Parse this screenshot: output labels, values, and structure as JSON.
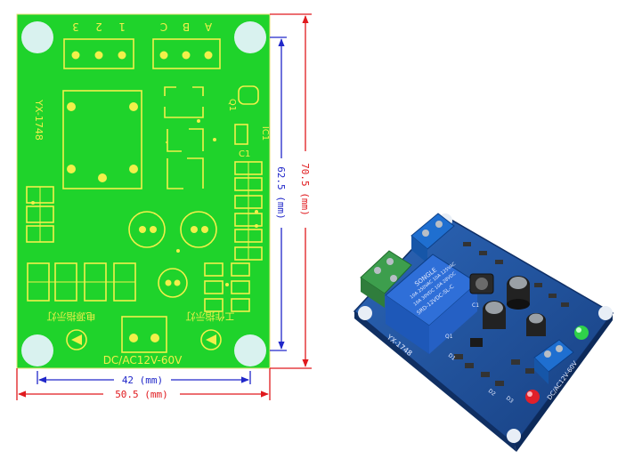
{
  "board": {
    "model": "YX-1748",
    "voltage": "DC/AC12V-60V",
    "terminal_left": [
      "1",
      "2",
      "3"
    ],
    "terminal_right": [
      "C",
      "B",
      "A"
    ],
    "ref_q1": "Q1",
    "ref_c1": "C1",
    "ref_ic1": "IC1",
    "label_left_led": "电源指示灯",
    "label_right_led": "工作指示灯"
  },
  "dimensions": {
    "inner_width": "42 (mm)",
    "outer_width": "50.5 (mm)",
    "inner_height": "62.5 (mm)",
    "outer_height": "70.5 (mm)"
  },
  "photo": {
    "relay_text": [
      "SONGLE",
      "10A 250VAC 10A 125VAC",
      "10A 30VDC 10A 28VDC",
      "SRD-12VDC-SL-C"
    ],
    "board_label": "YX-1748",
    "voltage_label": "DC/AC12V-60V",
    "ref_c1": "C1",
    "ref_d1": "D1",
    "ref_d2": "D2",
    "ref_d3": "D3",
    "ref_q1": "Q1"
  },
  "colors": {
    "pcb_green": "#1fd32b",
    "silkscreen": "#f2f04a",
    "dimension_red": "#e0191d",
    "dimension_blue": "#2027c9",
    "photo_pcb": "#1c4f9a"
  }
}
